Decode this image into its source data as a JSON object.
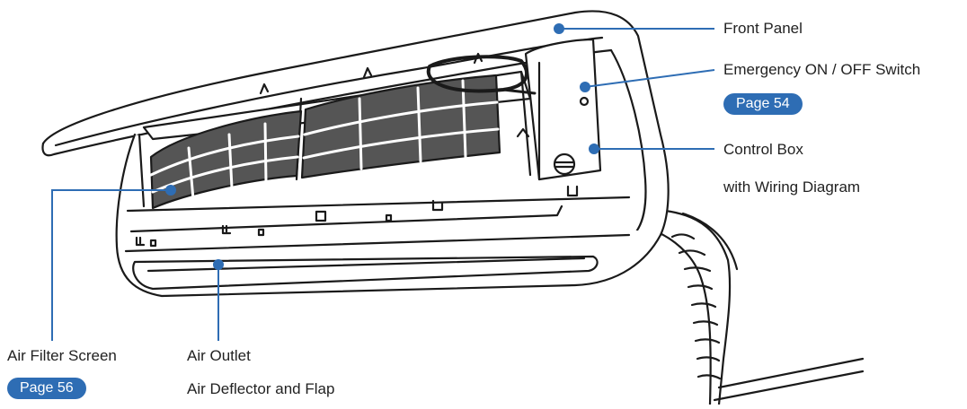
{
  "colors": {
    "accent": "#2e6db4",
    "line_art": "#1a1a1a",
    "filter_fill": "#555555"
  },
  "callouts": {
    "front_panel": "Front Panel",
    "emergency_switch": "Emergency ON / OFF Switch",
    "emergency_page": "Page 54",
    "control_box_line1": "Control Box",
    "control_box_line2": "with Wiring Diagram",
    "air_filter": "Air Filter Screen",
    "air_filter_page": "Page 56",
    "air_outlet": "Air Outlet",
    "air_deflector": "Air Deflector and Flap"
  }
}
